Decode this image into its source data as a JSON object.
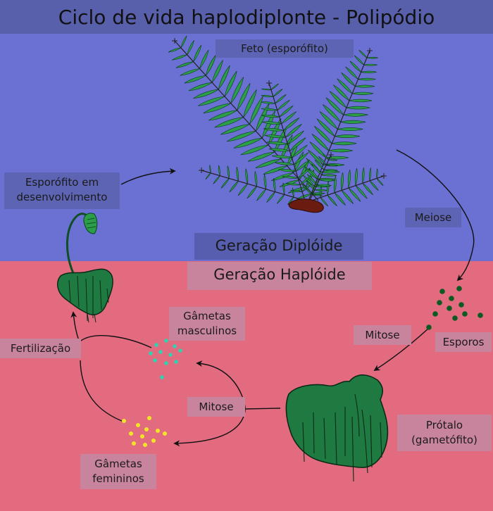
{
  "title": "Ciclo de vida haplodiplonte - Polipódio",
  "colors": {
    "diploid_bg": "#6b70d3",
    "haploid_bg": "#e26b80",
    "leaf_green": "#2c9e4a",
    "prothallus_green": "#1f7a42",
    "male_gamete": "#2fd3b0",
    "female_gamete": "#f2e524",
    "spore": "#0c5a22",
    "rhizome": "#6b1c10"
  },
  "labels": {
    "sporophyte": "Feto (esporófito)",
    "developing_sporophyte": [
      "Esporófito em",
      "desenvolvimento"
    ],
    "meiosis": "Meiose",
    "diploid_generation": "Geração Diplóide",
    "haploid_generation": "Geração Haplóide",
    "male_gametes": [
      "Gâmetas",
      "masculinos"
    ],
    "fertilization": "Fertilização",
    "mitosis_spores": "Mitose",
    "spores": "Esporos",
    "mitosis_gametes": "Mitose",
    "prothallus": [
      "Prótalo",
      "(gametófito)"
    ],
    "female_gametes": [
      "Gâmetas",
      "femininos"
    ]
  }
}
